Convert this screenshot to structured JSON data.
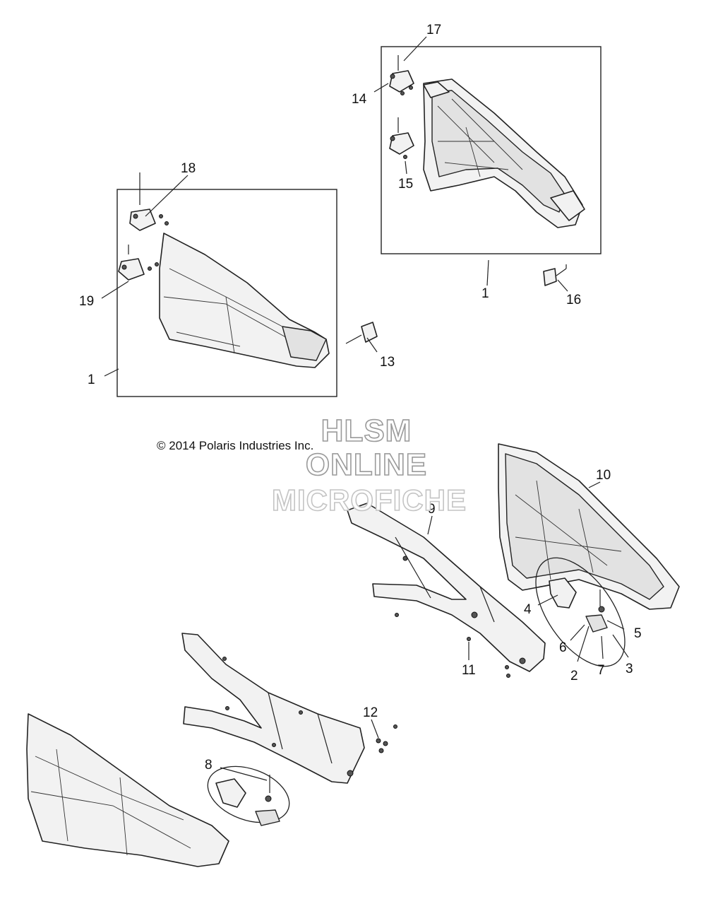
{
  "copyright": "© 2014 Polaris Industries Inc.",
  "watermark": {
    "line1": "HLSM",
    "line2": "ONLINE",
    "line3": "MICROFICHE"
  },
  "callouts": {
    "c1_top": "1",
    "c1_left": "1",
    "c2": "2",
    "c3": "3",
    "c4": "4",
    "c5": "5",
    "c6": "6",
    "c7": "7",
    "c8": "8",
    "c9": "9",
    "c10": "10",
    "c11": "11",
    "c12": "12",
    "c13": "13",
    "c14": "14",
    "c15": "15",
    "c16": "16",
    "c17": "17",
    "c18": "18",
    "c19": "19"
  }
}
